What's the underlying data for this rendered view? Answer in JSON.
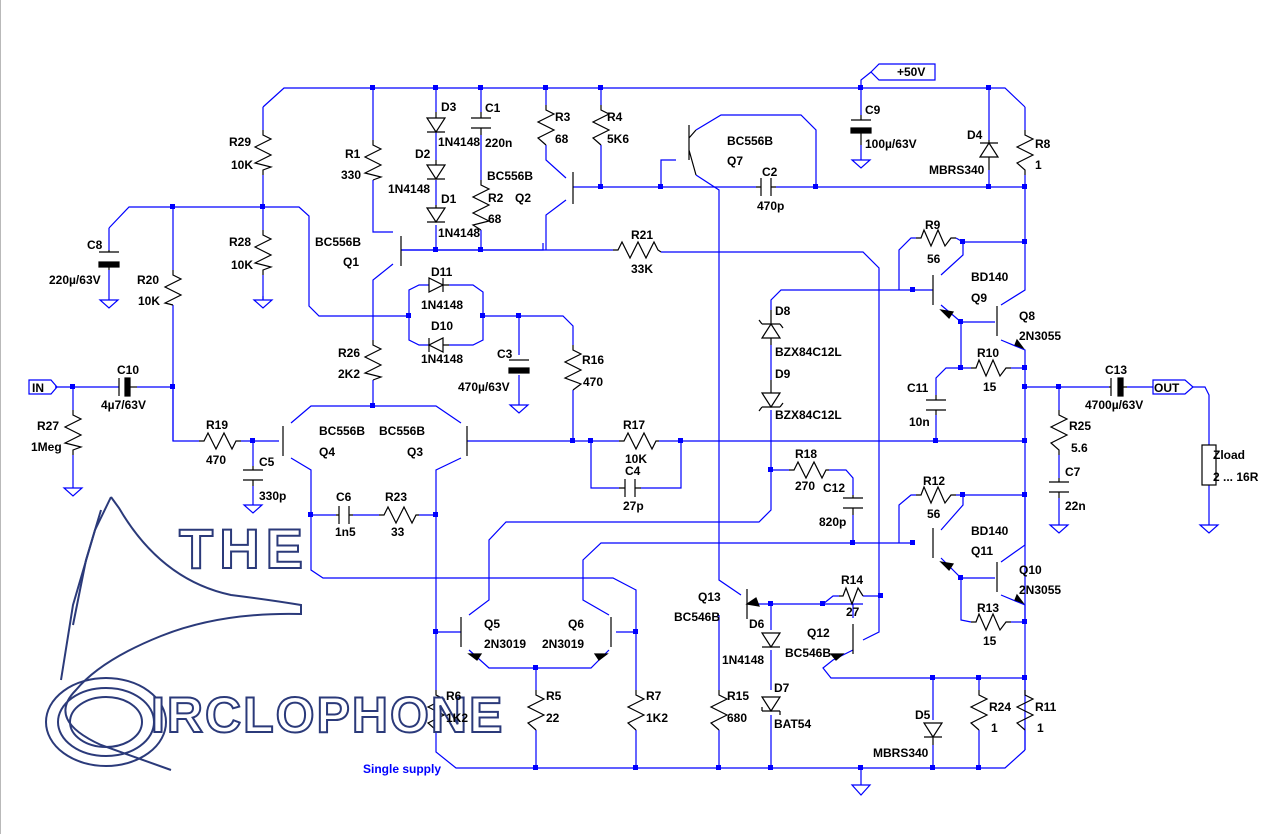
{
  "labels": {
    "vcc": "+50V",
    "in": "IN",
    "out": "OUT",
    "subtitle": "Single supply",
    "logo_the": "THE",
    "logo_name": "IRCLOPHONE",
    "zload_name": "Zload",
    "zload_value": "2 ... 16R"
  },
  "components": {
    "R29": {
      "ref": "R29",
      "value": "10K"
    },
    "R28": {
      "ref": "R28",
      "value": "10K"
    },
    "C8": {
      "ref": "C8",
      "value": "220µ/63V"
    },
    "R20": {
      "ref": "R20",
      "value": "10K"
    },
    "C10": {
      "ref": "C10",
      "value": "4µ7/63V"
    },
    "R27": {
      "ref": "R27",
      "value": "1Meg"
    },
    "R19": {
      "ref": "R19",
      "value": "470"
    },
    "C5": {
      "ref": "C5",
      "value": "330p"
    },
    "R1": {
      "ref": "R1",
      "value": "330"
    },
    "Q1": {
      "ref": "Q1",
      "value": "BC556B"
    },
    "R26": {
      "ref": "R26",
      "value": "2K2"
    },
    "D3": {
      "ref": "D3",
      "value": "1N4148"
    },
    "D2": {
      "ref": "D2",
      "value": "1N4148"
    },
    "D1": {
      "ref": "D1",
      "value": "1N4148"
    },
    "C1": {
      "ref": "C1",
      "value": "220n"
    },
    "R2": {
      "ref": "R2",
      "value": "68"
    },
    "Q2": {
      "ref": "Q2",
      "value": "BC556B"
    },
    "R3": {
      "ref": "R3",
      "value": "68"
    },
    "R4": {
      "ref": "R4",
      "value": "5K6"
    },
    "D11": {
      "ref": "D11",
      "value": "1N4148"
    },
    "D10": {
      "ref": "D10",
      "value": "1N4148"
    },
    "C3": {
      "ref": "C3",
      "value": "470µ/63V"
    },
    "R16": {
      "ref": "R16",
      "value": "470"
    },
    "Q4": {
      "ref": "Q4",
      "value": "BC556B"
    },
    "Q3": {
      "ref": "Q3",
      "value": "BC556B"
    },
    "C6": {
      "ref": "C6",
      "value": "1n5"
    },
    "R23": {
      "ref": "R23",
      "value": "33"
    },
    "Q5": {
      "ref": "Q5",
      "value": "2N3019"
    },
    "Q6": {
      "ref": "Q6",
      "value": "2N3019"
    },
    "R6": {
      "ref": "R6",
      "value": "1K2"
    },
    "R5": {
      "ref": "R5",
      "value": "22"
    },
    "R7": {
      "ref": "R7",
      "value": "1K2"
    },
    "Q7": {
      "ref": "Q7",
      "value": "BC556B"
    },
    "C2": {
      "ref": "C2",
      "value": "470p"
    },
    "R21": {
      "ref": "R21",
      "value": "33K"
    },
    "R17": {
      "ref": "R17",
      "value": "10K"
    },
    "C4": {
      "ref": "C4",
      "value": "27p"
    },
    "D8": {
      "ref": "D8",
      "value": "BZX84C12L"
    },
    "D9": {
      "ref": "D9",
      "value": "BZX84C12L"
    },
    "R18": {
      "ref": "R18",
      "value": "270"
    },
    "C12": {
      "ref": "C12",
      "value": "820p"
    },
    "Q13": {
      "ref": "Q13",
      "value": "BC546B"
    },
    "D6": {
      "ref": "D6",
      "value": "1N4148"
    },
    "D7": {
      "ref": "D7",
      "value": "BAT54"
    },
    "R15": {
      "ref": "R15",
      "value": "680"
    },
    "R14": {
      "ref": "R14",
      "value": "27"
    },
    "Q12": {
      "ref": "Q12",
      "value": "BC546B"
    },
    "C9": {
      "ref": "C9",
      "value": "100µ/63V"
    },
    "D4": {
      "ref": "D4",
      "value": "MBRS340"
    },
    "R8": {
      "ref": "R8",
      "value": "1"
    },
    "R9": {
      "ref": "R9",
      "value": "56"
    },
    "Q9": {
      "ref": "Q9",
      "value": "BD140"
    },
    "Q8": {
      "ref": "Q8",
      "value": "2N3055"
    },
    "R10": {
      "ref": "R10",
      "value": "15"
    },
    "C11": {
      "ref": "C11",
      "value": "10n"
    },
    "R12": {
      "ref": "R12",
      "value": "56"
    },
    "Q11": {
      "ref": "Q11",
      "value": "BD140"
    },
    "Q10": {
      "ref": "Q10",
      "value": "2N3055"
    },
    "R13": {
      "ref": "R13",
      "value": "15"
    },
    "D5": {
      "ref": "D5",
      "value": "MBRS340"
    },
    "R24": {
      "ref": "R24",
      "value": "1"
    },
    "R11": {
      "ref": "R11",
      "value": "1"
    },
    "C13": {
      "ref": "C13",
      "value": "4700µ/63V"
    },
    "R25": {
      "ref": "R25",
      "value": "5.6"
    },
    "C7": {
      "ref": "C7",
      "value": "22n"
    }
  }
}
